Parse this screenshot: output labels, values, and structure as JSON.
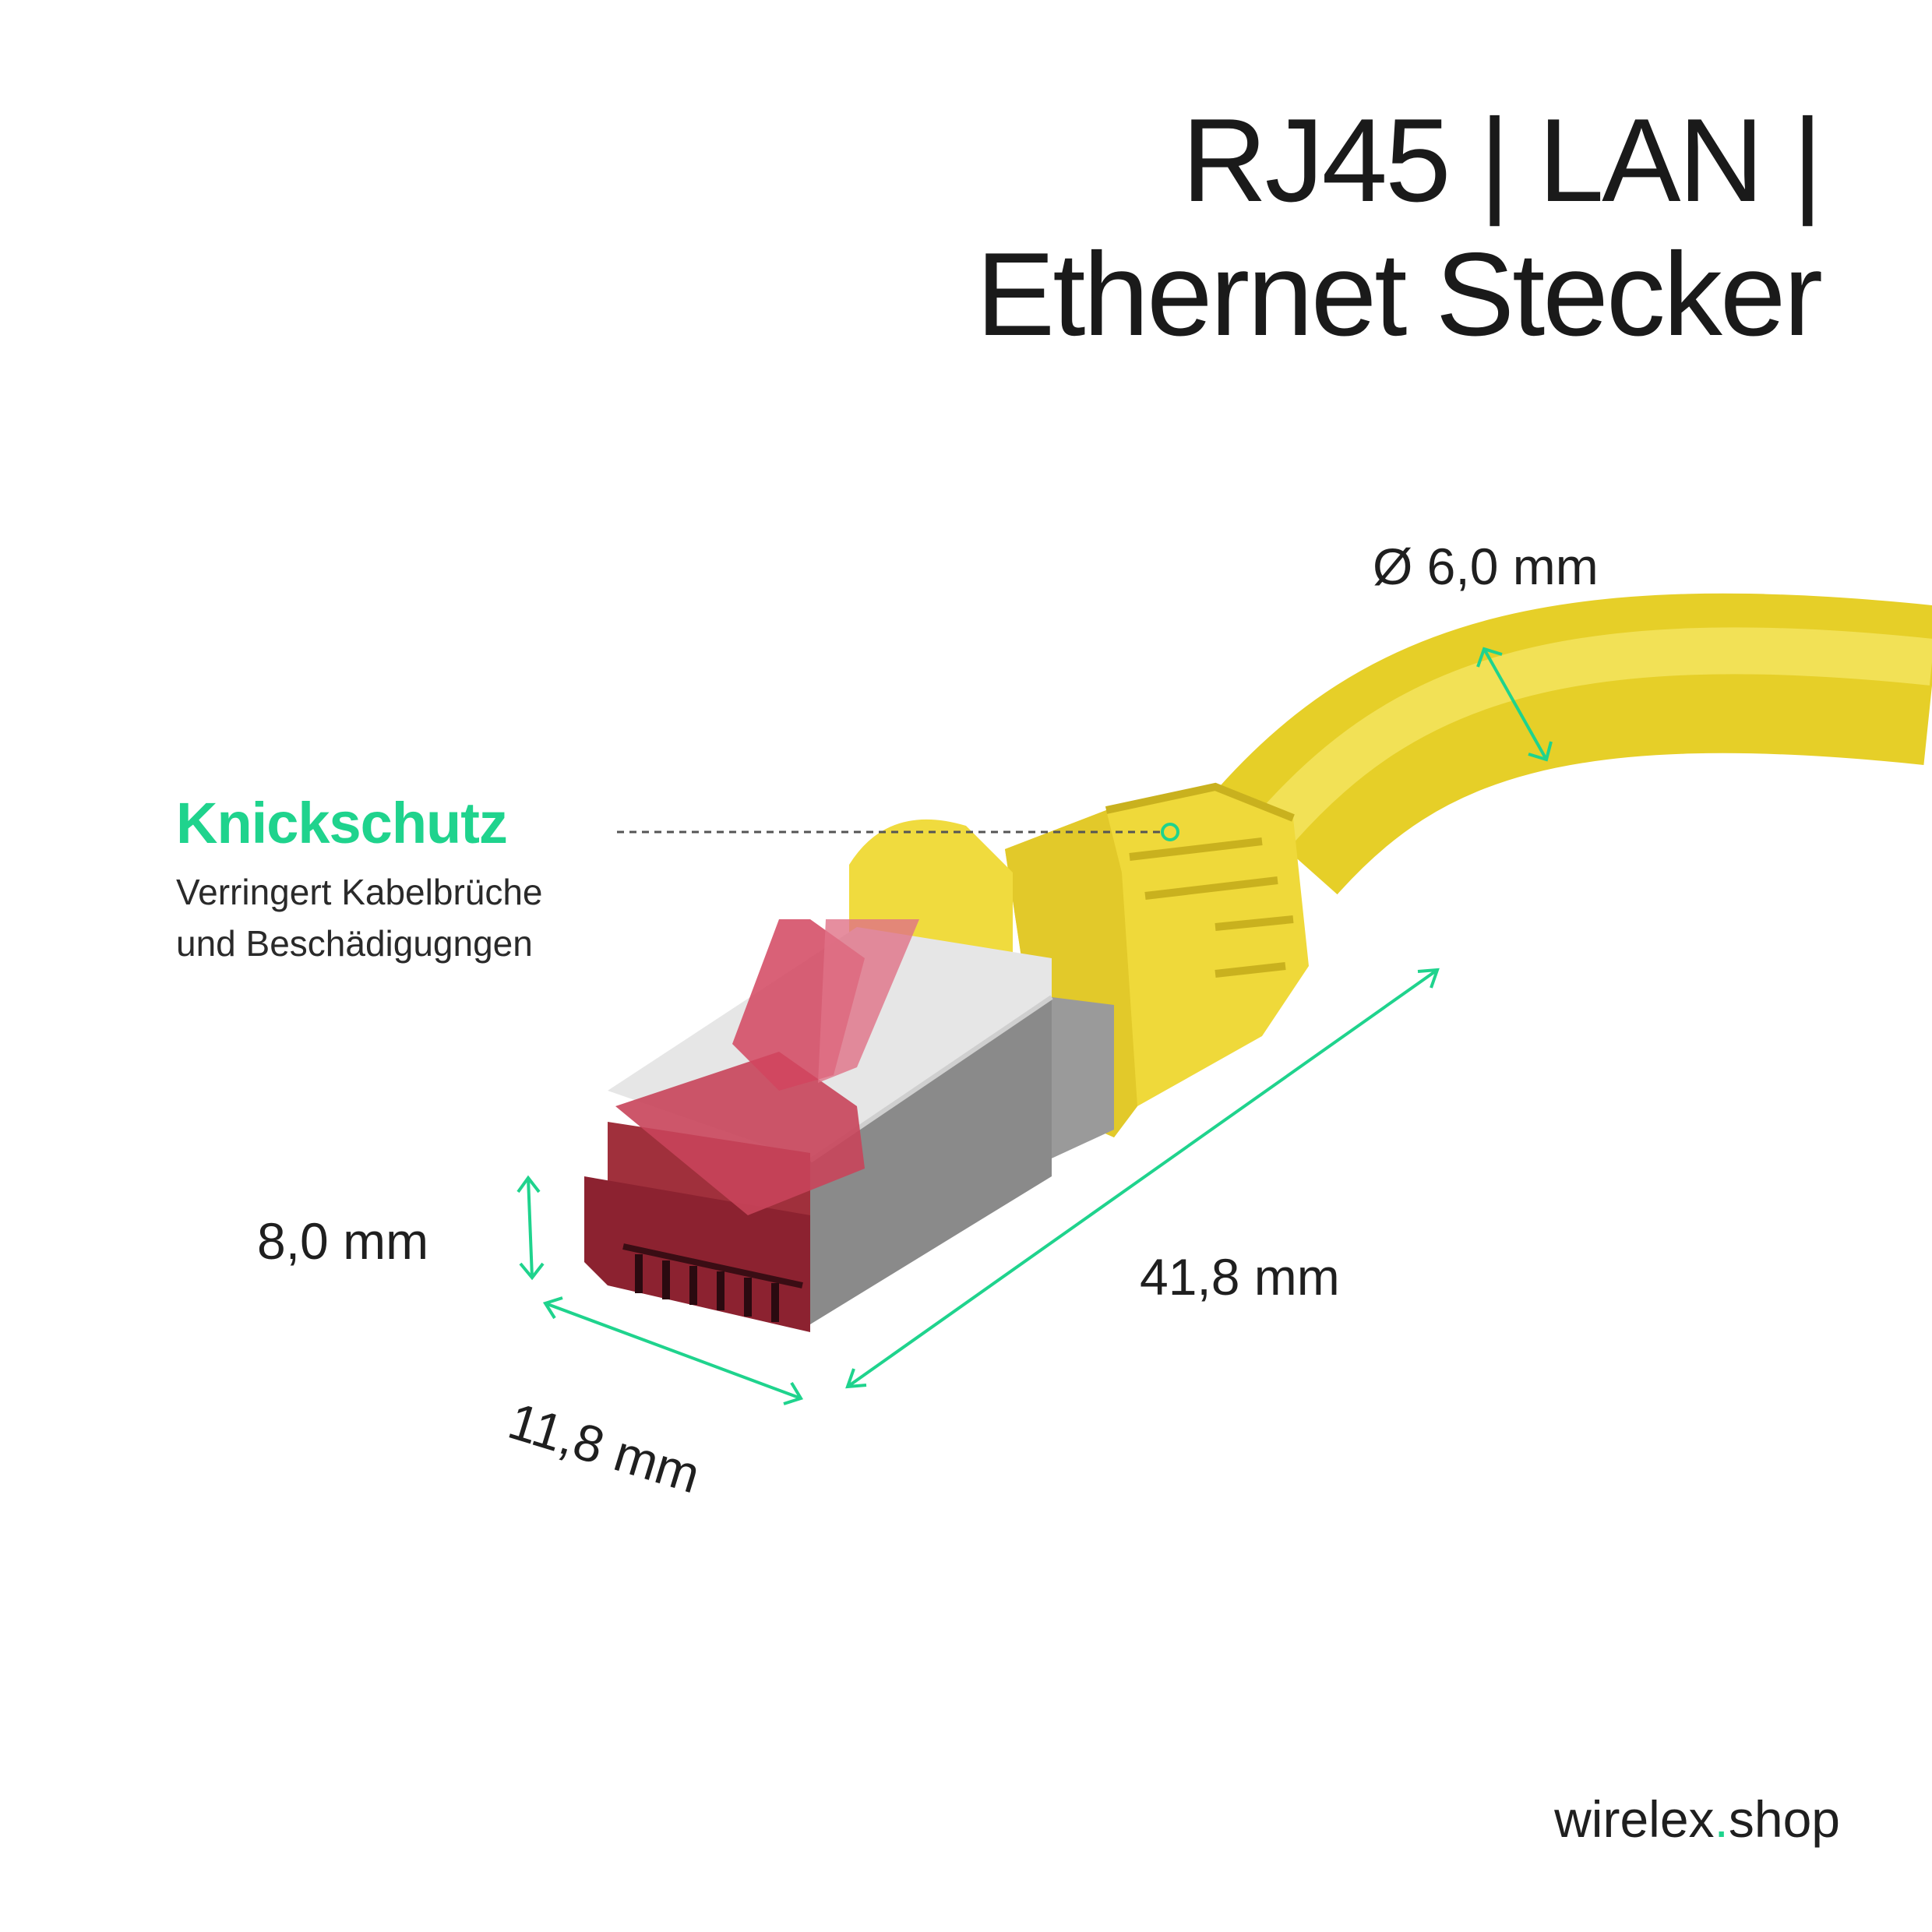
{
  "title": {
    "line1": "RJ45 | LAN |",
    "line2": "Ethernet Stecker"
  },
  "feature": {
    "title": "Knickschutz",
    "desc_line1": "Verringert Kabelbrüche",
    "desc_line2": "und Beschädigugngen"
  },
  "dimensions": {
    "diameter": "Ø 6,0 mm",
    "height": "8,0 mm",
    "width": "11,8 mm",
    "length": "41,8 mm"
  },
  "brand": {
    "name": "wirelex",
    "dot": ".",
    "tld": "shop"
  },
  "colors": {
    "accent": "#1fd38d",
    "cable": "#f2df3a",
    "latch": "#d2455f",
    "shield": "#a9a9a9"
  }
}
